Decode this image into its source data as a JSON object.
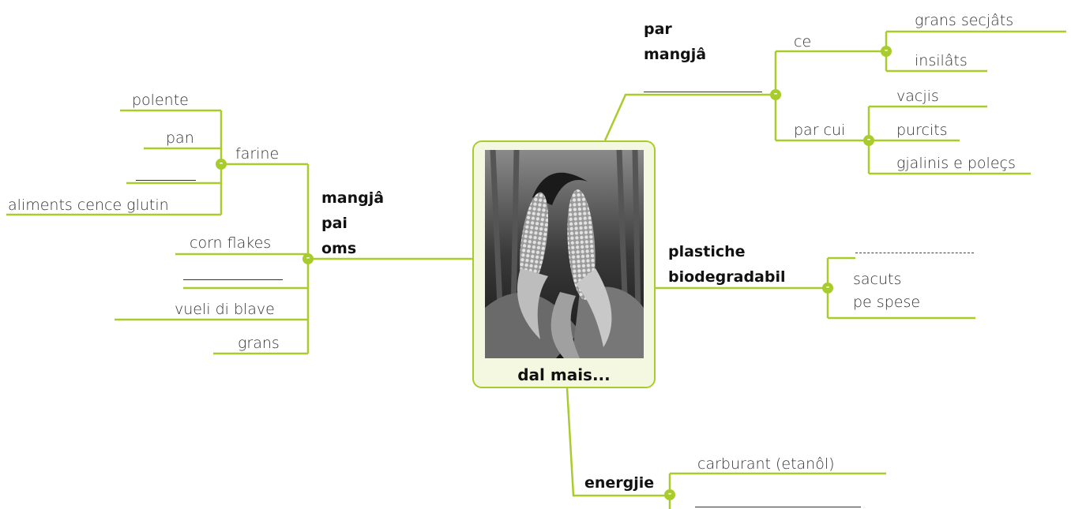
{
  "center": {
    "title": "dal mais..."
  },
  "photo": {
    "subject": "maize ears photo",
    "icon": "corn-photo"
  },
  "branches": {
    "food": {
      "title_lines": [
        "mangjâ",
        "pai",
        "oms"
      ],
      "farine": {
        "label": "farine",
        "items": [
          "polente",
          "pan",
          "aliments cence glutin"
        ]
      },
      "items": [
        "corn flakes",
        "vueli di blave",
        "grans"
      ]
    },
    "feed": {
      "title_lines": [
        "par",
        "mangjâ"
      ],
      "ce": {
        "label": "ce",
        "items": [
          "grans secjâts",
          "insilâts"
        ]
      },
      "par_cui": {
        "label": "par cui",
        "items": [
          "vacjis",
          "purcits",
          "gjalinis e poleçs"
        ]
      }
    },
    "plastic": {
      "title_lines": [
        "plastiche",
        "biodegradabil"
      ],
      "items": [
        "sacuts",
        "pe spese"
      ]
    },
    "energy": {
      "title": "energjie",
      "items": [
        "carburant (etanôl)"
      ]
    }
  },
  "node_marker": "-",
  "colors": {
    "accent": "#a9cc2d",
    "card_bg": "#f5f8e1",
    "text": "#333333"
  }
}
